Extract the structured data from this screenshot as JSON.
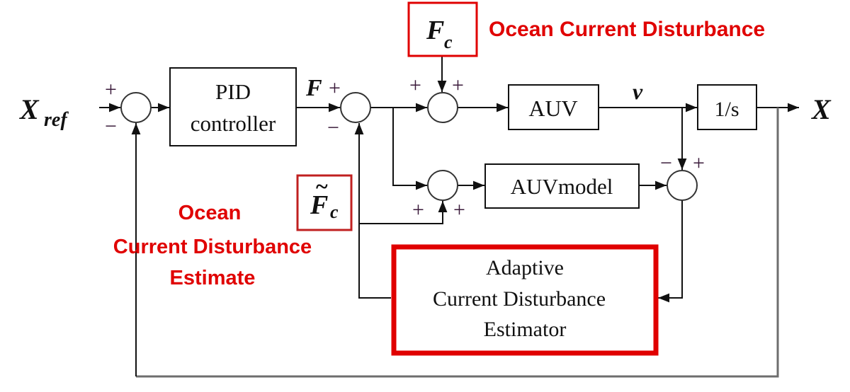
{
  "diagram": {
    "input_label": {
      "main": "X",
      "sub": "ref"
    },
    "output_label": "X",
    "blocks": {
      "pid": {
        "line1": "PID",
        "line2": "controller"
      },
      "auv": "AUV",
      "integrator": "1/s",
      "auv_model": "AUVmodel",
      "estimator": {
        "line1": "Adaptive",
        "line2": "Current Disturbance",
        "line3": "Estimator"
      }
    },
    "signals": {
      "force": "F",
      "velocity": "v",
      "disturbance": {
        "main": "F",
        "sub": "c"
      },
      "disturbance_estimate": {
        "main": "F",
        "sub": "c",
        "accent": "~"
      }
    },
    "signs": {
      "sum1_top": "+",
      "sum1_bottom": "−",
      "sum2_top": "+",
      "sum2_bottom": "−",
      "sum3_left": "+",
      "sum3_right": "+",
      "sum4_left": "+",
      "sum4_right": "+",
      "sum5_left": "−",
      "sum5_right": "+"
    },
    "annotations": {
      "disturbance": "Ocean Current Disturbance",
      "estimate_line1": "Ocean",
      "estimate_line2": "Current Disturbance",
      "estimate_line3": "Estimate"
    },
    "colors": {
      "highlight": "#e00000",
      "line": "#111111",
      "feedback": "#6e6e6e"
    }
  }
}
